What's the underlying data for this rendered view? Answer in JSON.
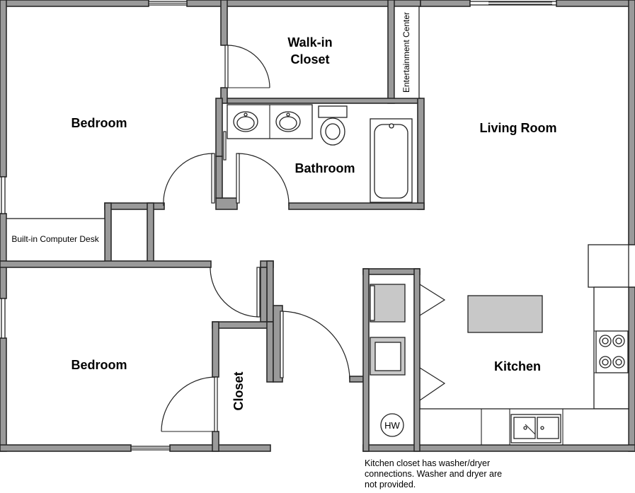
{
  "rooms": {
    "bedroom_top": "Bedroom",
    "walk_in_closet_line1": "Walk-in",
    "walk_in_closet_line2": "Closet",
    "entertainment_center": "Entertainment Center",
    "living_room": "Living Room",
    "bathroom": "Bathroom",
    "computer_desk": "Built-in Computer Desk",
    "bedroom_bottom": "Bedroom",
    "closet": "Closet",
    "kitchen": "Kitchen",
    "water_heater": "HW"
  },
  "note": {
    "line1": "Kitchen closet has washer/dryer",
    "line2": "connections.  Washer and dryer are",
    "line3": "not provided."
  }
}
